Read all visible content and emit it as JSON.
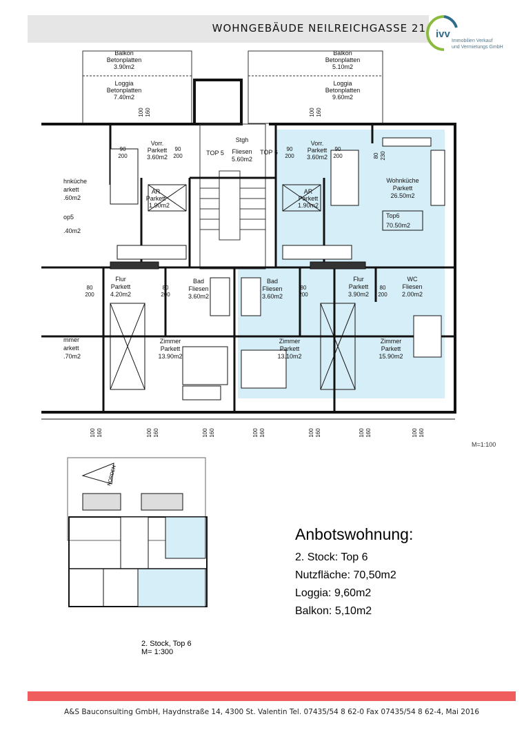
{
  "header": {
    "title": "WOHNGEBÄUDE NEILREICHGASSE 21"
  },
  "logo": {
    "brand": "ivv",
    "line1": "Immobilien Verkauf",
    "line2": "und Vermietungs GmbH",
    "colors": {
      "ring_green": "#8bbb3c",
      "ring_blue": "#2f6c8c",
      "text": "#4a7a93"
    }
  },
  "plan": {
    "colors": {
      "highlight": "#d6eef7",
      "wall": "#111111"
    },
    "rooms": [
      {
        "name": "Balkon",
        "floor": "Betonplatten",
        "area": "3.90m2"
      },
      {
        "name": "Loggia",
        "floor": "Betonplatten",
        "area": "7.40m2"
      },
      {
        "name": "Balkon",
        "floor": "Betonplatten",
        "area": "5.10m2"
      },
      {
        "name": "Loggia",
        "floor": "Betonplatten",
        "area": "9.60m2"
      },
      {
        "name": "Vorr.",
        "floor": "Parkett",
        "area": "3.60m2"
      },
      {
        "name": "Stgh",
        "floor": "Fliesen",
        "area": "5.60m2"
      },
      {
        "name": "Vorr.",
        "floor": "Parkett",
        "area": "3.60m2"
      },
      {
        "name": "Wohnküche",
        "floor": "Parkett",
        "area": "26.50m2"
      },
      {
        "name": "AR",
        "floor": "Parkett",
        "area": "1.90m2"
      },
      {
        "name": "AR",
        "floor": "Parkett",
        "area": "1.90m2"
      },
      {
        "name": "Flur",
        "floor": "Parkett",
        "area": "4.20m2"
      },
      {
        "name": "Bad",
        "floor": "Fliesen",
        "area": "3.60m2"
      },
      {
        "name": "Bad",
        "floor": "Fliesen",
        "area": "3.60m2"
      },
      {
        "name": "Flur",
        "floor": "Parkett",
        "area": "3.90m2"
      },
      {
        "name": "WC",
        "floor": "Fliesen",
        "area": "2.00m2"
      },
      {
        "name": "Zimmer",
        "floor": "Parkett",
        "area": "13.90m2"
      },
      {
        "name": "Zimmer",
        "floor": "Parkett",
        "area": "13.10m2"
      },
      {
        "name": "Zimmer",
        "floor": "Parkett",
        "area": "15.90m2"
      }
    ],
    "partial": {
      "wohnkueche": "hnküche",
      "parkett": "arkett",
      "area": ".60m2",
      "top": "op5",
      "top_area": ".40m2",
      "zimmer": "mmer",
      "z_area": ".70m2"
    },
    "top5": "TOP 5",
    "top6": "TOP 6",
    "top6_box": {
      "name": "Top6",
      "area": "70.50m2"
    },
    "dims": {
      "a": "90",
      "b": "200",
      "c": "80",
      "d": "100",
      "e": "160",
      "f": "230"
    },
    "scale": "M=1:100"
  },
  "site": {
    "north": "NORDEN",
    "caption_line1": "2. Stock, Top 6",
    "caption_line2": "M= 1:300"
  },
  "offer": {
    "heading": "Anbotswohnung:",
    "floor": "2. Stock: Top 6",
    "usable_area": "Nutzfläche: 70,50m2",
    "loggia": "Loggia: 9,60m2",
    "balcony": "Balkon: 5,10m2"
  },
  "footer": {
    "text": "A&S Bauconsulting GmbH, Haydnstraße 14, 4300 St. Valentin Tel. 07435/54 8 62-0 Fax 07435/54 8 62-4, Mai 2016",
    "bar_color": "#f05d5e"
  }
}
